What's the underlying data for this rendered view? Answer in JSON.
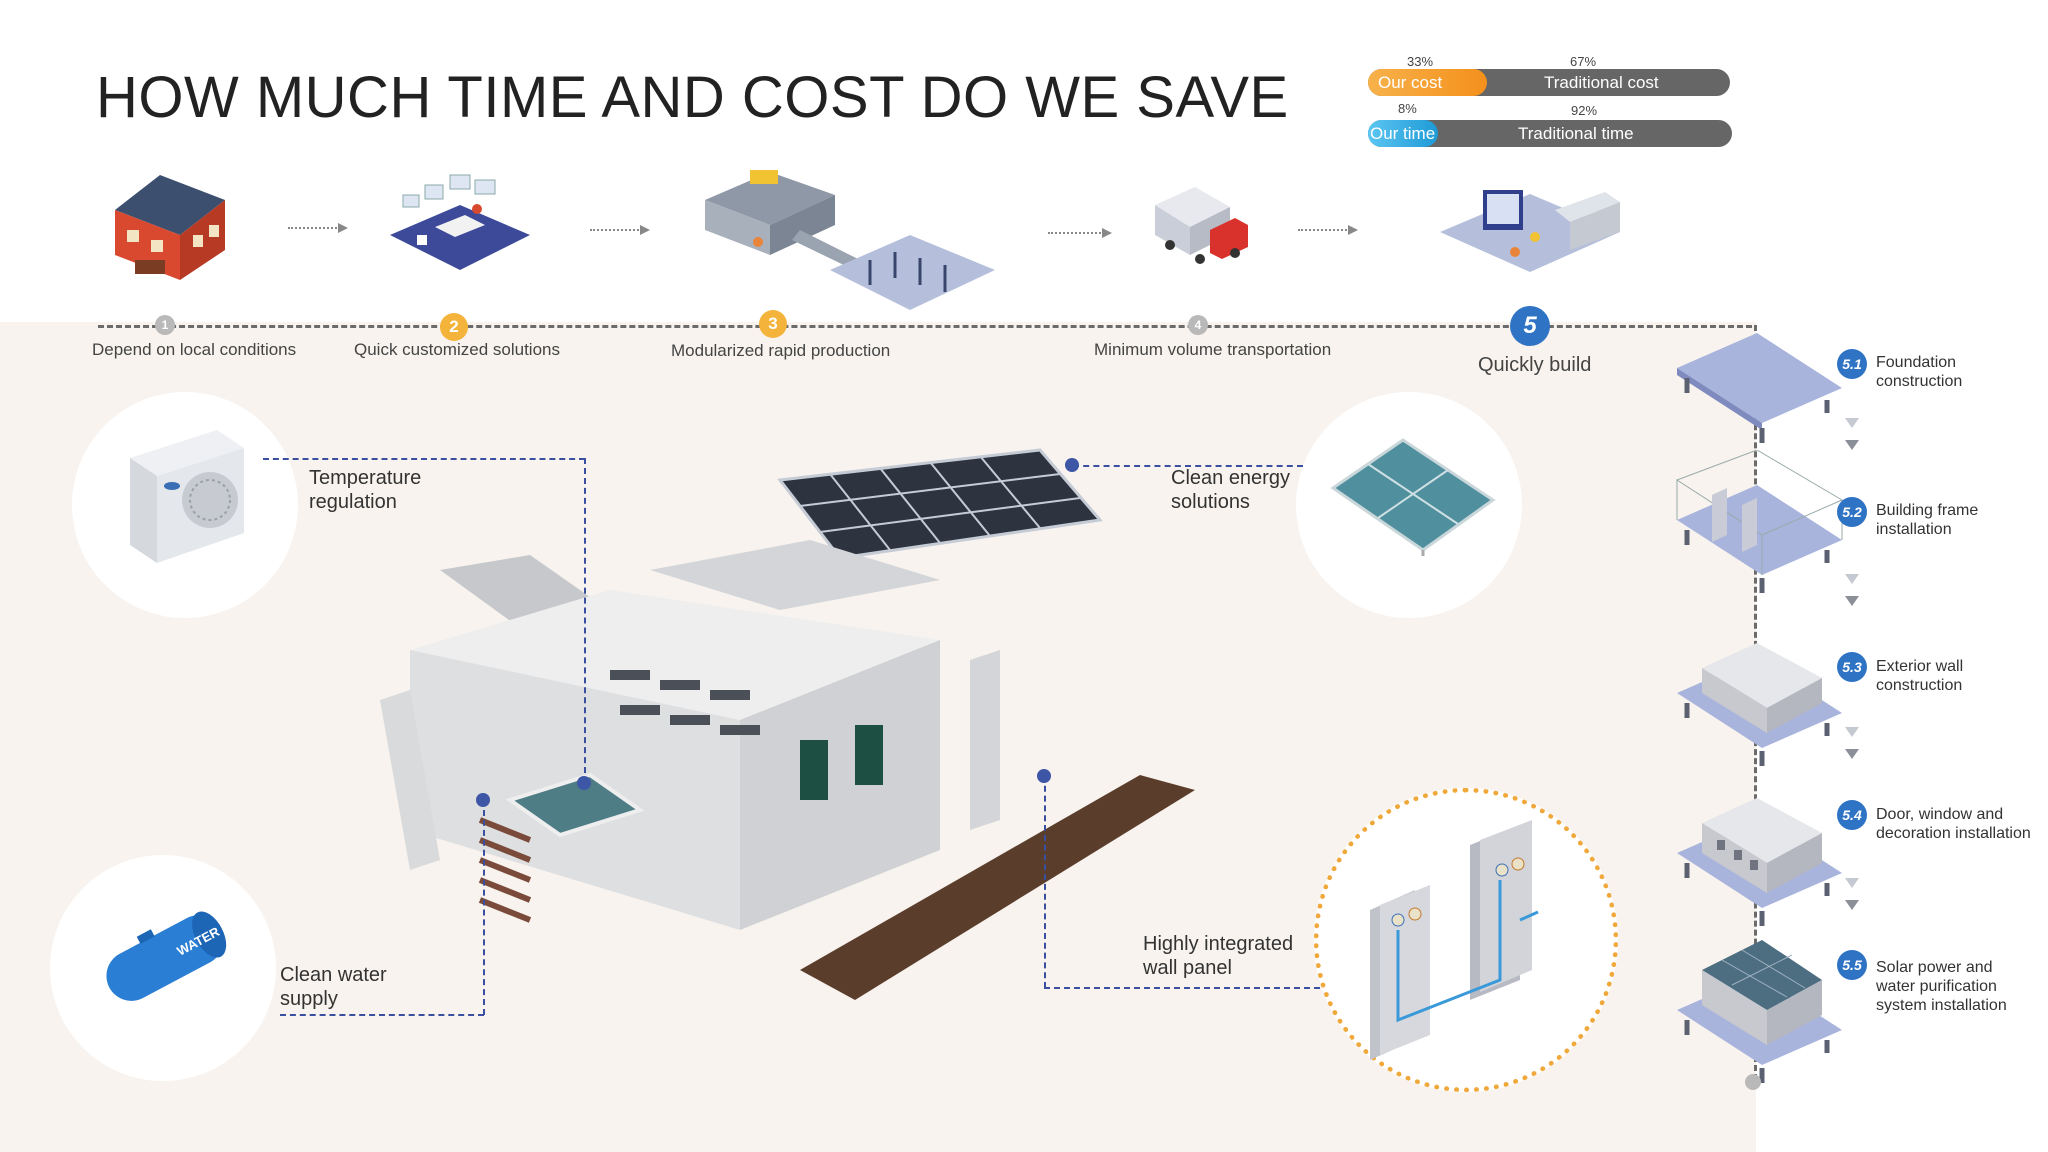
{
  "title": "HOW MUCH TIME AND COST DO WE SAVE",
  "savings": {
    "cost": {
      "ours_label": "Our cost",
      "ours_pct": "33%",
      "trad_label": "Traditional cost",
      "trad_pct": "67%",
      "ours_fraction": 0.33
    },
    "time": {
      "ours_label": "Our time",
      "ours_pct": "8%",
      "trad_label": "Traditional time",
      "trad_pct": "92%",
      "ours_fraction": 0.08
    }
  },
  "steps": [
    {
      "number": "1",
      "label": "Depend on local conditions"
    },
    {
      "number": "2",
      "label": "Quick customized solutions"
    },
    {
      "number": "3",
      "label": "Modularized rapid production"
    },
    {
      "number": "4",
      "label": "Minimum volume transportation"
    },
    {
      "number": "5",
      "label": "Quickly build"
    }
  ],
  "substeps": [
    {
      "badge": "5.1",
      "label": "Foundation construction"
    },
    {
      "badge": "5.2",
      "label": "Building frame installation"
    },
    {
      "badge": "5.3",
      "label": "Exterior wall construction"
    },
    {
      "badge": "5.4",
      "label": "Door, window and decoration installation"
    },
    {
      "badge": "5.5",
      "label": "Solar power and water purification system installation"
    }
  ],
  "callouts": {
    "temperature": "Temperature regulation",
    "clean_energy": "Clean energy solutions",
    "water": "Clean water supply",
    "wall": "Highly integrated wall panel",
    "tank_brand": "WATER"
  },
  "colors": {
    "cost_fill": "#f5a02a",
    "time_fill": "#35aee6",
    "step_orange": "#f4b33a",
    "step_blue": "#2f73c4",
    "step_grey": "#b9b9b9"
  }
}
